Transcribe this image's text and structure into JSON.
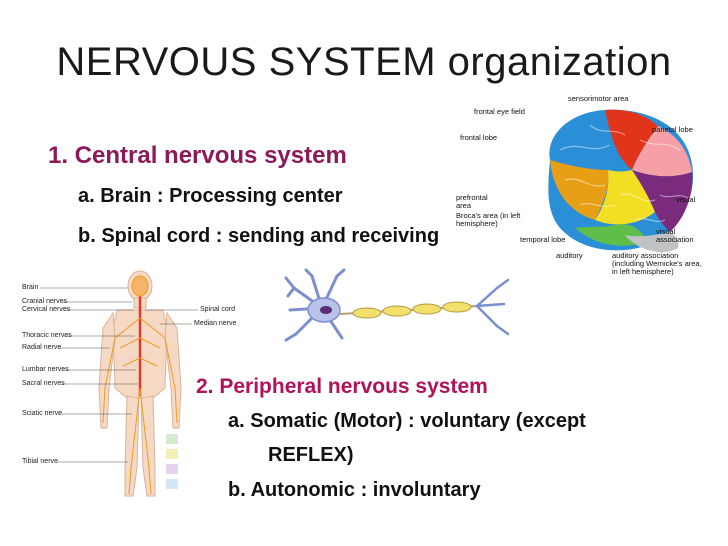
{
  "slide": {
    "title": "NERVOUS SYSTEM organization",
    "central": {
      "heading": "1.  Central nervous system",
      "items": [
        "a.  Brain : Processing center",
        "b.  Spinal cord : sending and receiving"
      ]
    },
    "peripheral": {
      "heading": "2. Peripheral nervous system",
      "items": [
        "a.  Somatic (Motor) : voluntary (except",
        "REFLEX)",
        "b.  Autonomic : involuntary"
      ]
    }
  },
  "brain_labels": {
    "sensorimotor": "sensorimotor area",
    "frontal_eye": "frontal eye field",
    "frontal_lobe": "frontal lobe",
    "parietal": "parietal lobe",
    "prefrontal": "prefrontal area",
    "broca": "Broca's area (in left hemisphere)",
    "visual": "visual",
    "visual_assoc": "visual association",
    "auditory": "auditory",
    "auditory_assoc": "auditory association (including Wernicke's area, in left hemisphere)",
    "temporal_lobe": "temporal lobe"
  },
  "body_labels": {
    "brain": "Brain",
    "cranial": "Cranial nerves",
    "cervical": "Cervical nerves",
    "thoracic": "Thoracic nerves",
    "radial": "Radial nerve",
    "lumbar": "Lumbar nerves",
    "sacral": "Sacral nerves",
    "sciatic": "Sciatic nerve",
    "tibial": "Tibial nerve",
    "spinal_cord": "Spinal cord",
    "median": "Median nerve"
  },
  "colors": {
    "heading": "#8b1a5a",
    "heading2": "#b0125a",
    "text": "#111111"
  }
}
